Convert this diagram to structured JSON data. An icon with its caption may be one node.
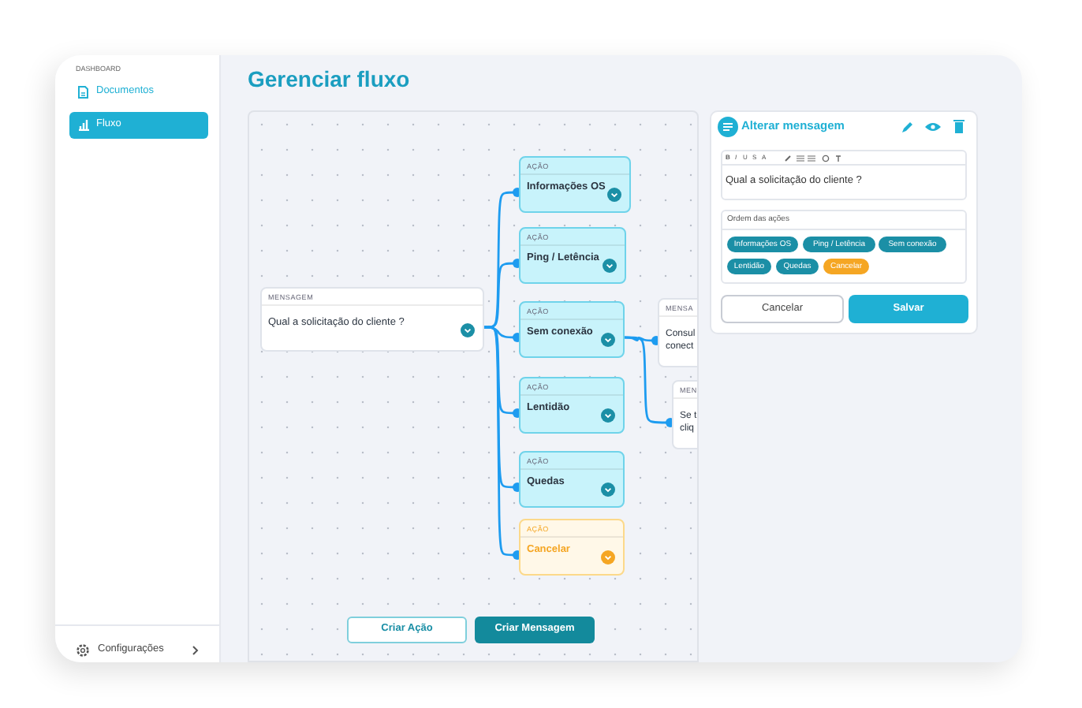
{
  "diagram": {
    "title": "Gerenciar fluxo",
    "nodes": [
      {
        "text": [
          "MENSAGEM",
          "Qual a solicitação do cliente ?"
        ]
      },
      {
        "text": [
          "AÇÃO",
          "Informações OS"
        ]
      },
      {
        "text": [
          "AÇÃO",
          "Ping / Letência"
        ]
      },
      {
        "text": [
          "AÇÃO",
          "Sem conexão"
        ]
      },
      {
        "text": [
          "AÇÃO",
          "Lentidão"
        ]
      },
      {
        "text": [
          "AÇÃO",
          "Quedas"
        ]
      },
      {
        "text": [
          "AÇÃO",
          "Cancelar"
        ]
      },
      {
        "text": [
          "MENSA",
          "Consul conect"
        ]
      },
      {
        "text": [
          "MEN",
          "Se t cliq"
        ]
      }
    ],
    "edges": [
      {
        "from": 0,
        "to": 1,
        "arrow": "other"
      },
      {
        "from": 0,
        "to": 2,
        "arrow": "other"
      },
      {
        "from": 0,
        "to": 3,
        "arrow": "other"
      },
      {
        "from": 0,
        "to": 4,
        "arrow": "other"
      },
      {
        "from": 0,
        "to": 5,
        "arrow": "other"
      },
      {
        "from": 0,
        "to": 6,
        "arrow": "other"
      },
      {
        "from": 3,
        "to": 7,
        "arrow": "other"
      },
      {
        "from": 3,
        "to": 8,
        "arrow": "other"
      }
    ],
    "labels": [
      "DASHBOARD",
      "Documentos",
      "Fluxo",
      "Configurações",
      "Criar Ação",
      "Criar Mensagem",
      "Alterar mensagem",
      "B",
      "I",
      "U",
      "S",
      "A",
      "Qual a solicitação do cliente ?",
      "Ordem das ações",
      "Informações OS",
      "Ping / Letência",
      "Sem conexão",
      "Lentidão",
      "Quedas",
      "Cancelar",
      "Cancelar",
      "Salvar"
    ]
  }
}
